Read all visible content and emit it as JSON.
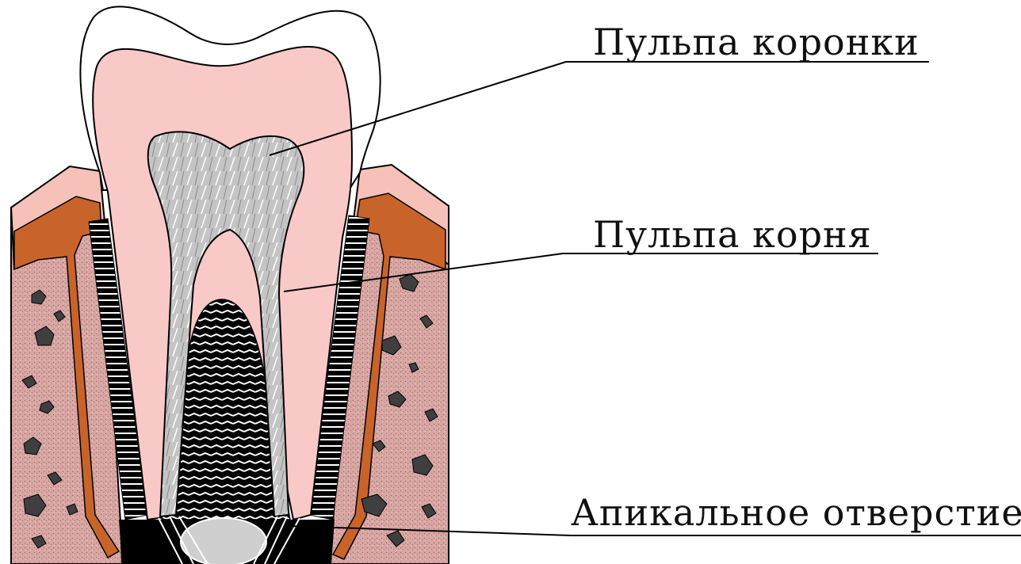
{
  "labels": {
    "crown_pulp": "Пульпа коронки",
    "root_pulp": "Пульпа корня",
    "apical_foramen": "Апикальное  отверстие"
  },
  "colors": {
    "enamel": "#ffffff",
    "dentin": "#f9c8c6",
    "pulp": "#bdbdbd",
    "gum": "#e8b0a4",
    "bone": "#d9a7a2",
    "periosteum": "#c9631f",
    "dark": "#000000"
  }
}
